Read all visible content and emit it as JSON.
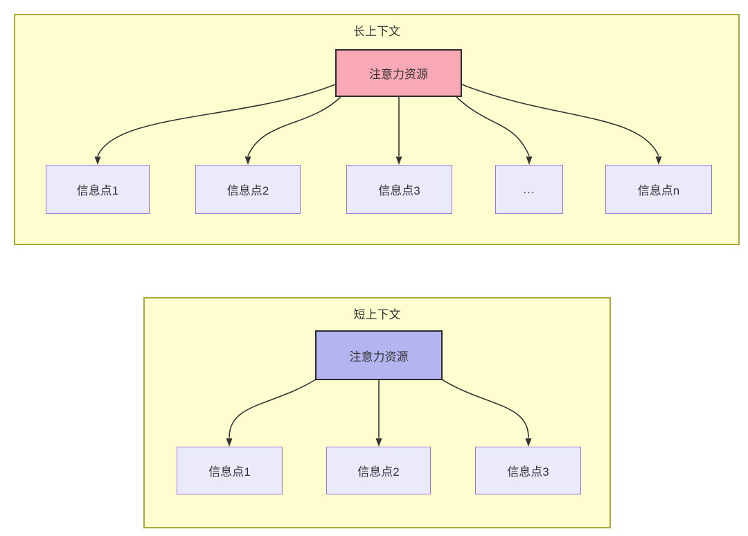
{
  "diagram": {
    "panels": [
      {
        "id": "long-context",
        "title": "长上下文",
        "attention_label": "注意力资源",
        "nodes": [
          "信息点1",
          "信息点2",
          "信息点3",
          "...",
          "信息点n"
        ]
      },
      {
        "id": "short-context",
        "title": "短上下文",
        "attention_label": "注意力资源",
        "nodes": [
          "信息点1",
          "信息点2",
          "信息点3"
        ]
      }
    ],
    "colors": {
      "panel_bg": "#FDFDD0",
      "panel_border": "#A8A83C",
      "attention_long_bg": "#F9A8B5",
      "attention_short_bg": "#B4B4F1",
      "node_bg": "#EAEAFB",
      "node_border": "#9674DB",
      "arrow": "#333333",
      "text": "#333333"
    }
  }
}
